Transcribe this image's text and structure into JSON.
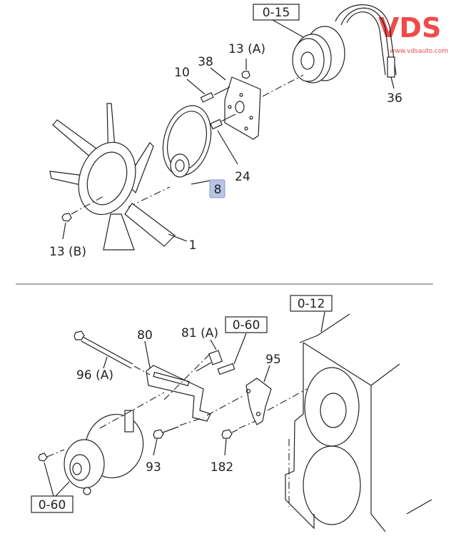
{
  "watermark": {
    "logo_text": "VDS",
    "url": "www.vdsauto.com",
    "color": "#f04a4a"
  },
  "top_section": {
    "refs": {
      "pulley_ref": "0-15"
    },
    "callouts": {
      "nut_a": "13 (A)",
      "plate": "38",
      "stud": "10",
      "belt": "36",
      "bolt": "24",
      "fan_clutch": "8",
      "nut_b": "13 (B)",
      "fan": "1"
    },
    "highlight_color": "#b6c4e6"
  },
  "bottom_section": {
    "refs": {
      "engine_ref": "0-12",
      "bolt_ref": "0-60",
      "alternator_ref": "0-60"
    },
    "callouts": {
      "bolt_81a": "81 (A)",
      "bracket_80": "80",
      "bracket_95": "95",
      "bolt_96a": "96 (A)",
      "bolt_93": "93",
      "bolt_182": "182"
    }
  }
}
